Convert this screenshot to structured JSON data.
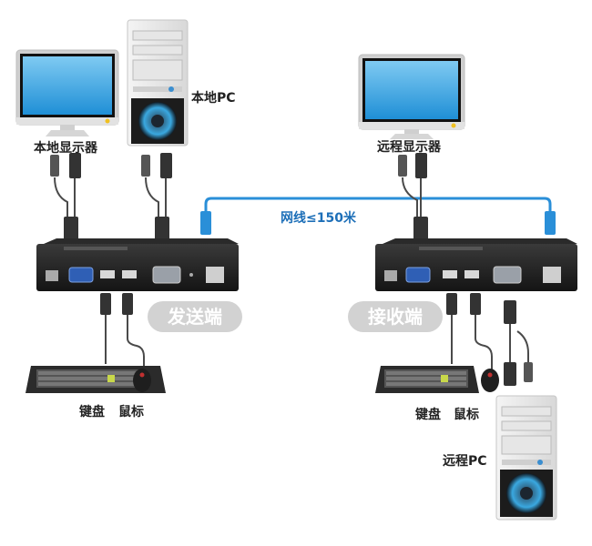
{
  "labels": {
    "local_monitor": "本地显示器",
    "local_pc": "本地PC",
    "remote_monitor": "远程显示器",
    "network_cable": "网线≤150米",
    "sender": "发送端",
    "receiver": "接收端",
    "keyboard_local": "键盘",
    "mouse_local": "鼠标",
    "keyboard_remote": "键盘",
    "mouse_remote": "鼠标",
    "remote_pc": "远程PC"
  },
  "colors": {
    "network_cable": "#2a8fd8",
    "pill_bg": "#d2d2d2",
    "device_body": "#1e1e1e",
    "vga_port": "#2f5fb5",
    "screen": "#3fa6e6"
  }
}
